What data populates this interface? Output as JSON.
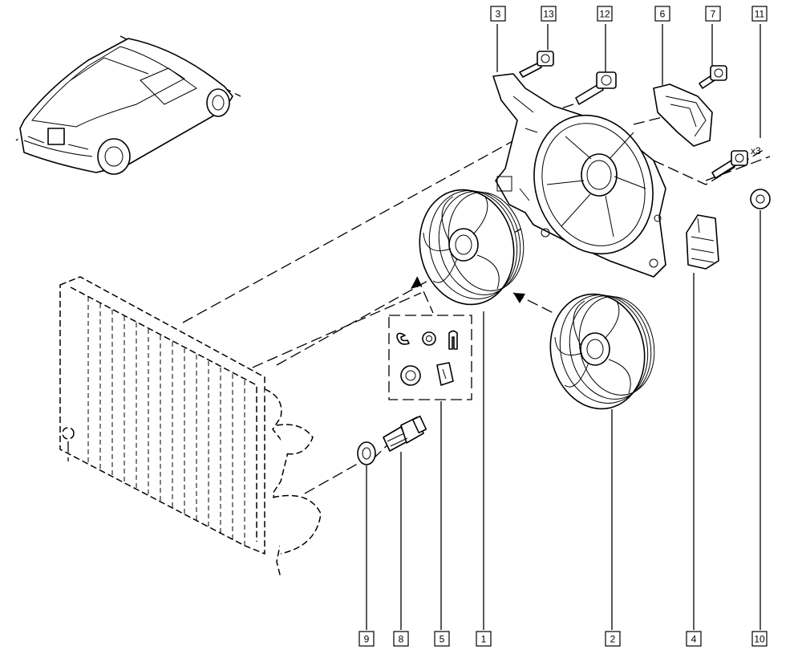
{
  "diagram": {
    "callouts": [
      "3",
      "13",
      "12",
      "6",
      "7",
      "11",
      "9",
      "8",
      "5",
      "1",
      "2",
      "4",
      "10"
    ],
    "quantity_label": "x3"
  }
}
